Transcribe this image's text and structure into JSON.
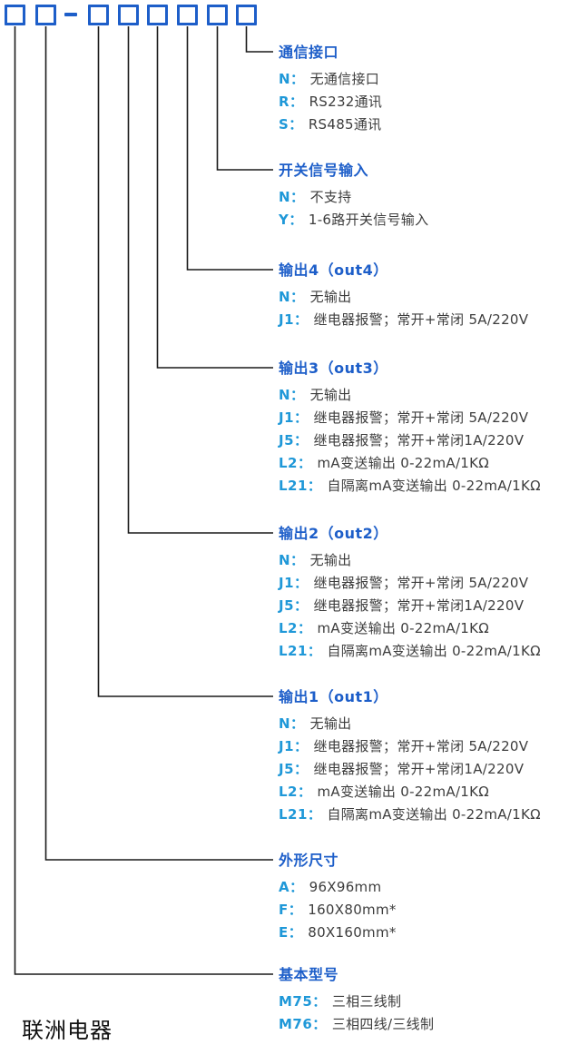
{
  "model_format": {
    "prefix_box_count": 2,
    "separator": "-",
    "suffix_box_count": 6
  },
  "sections": [
    {
      "title": "通信接口",
      "options": [
        {
          "code": "N：",
          "desc": "无通信接口"
        },
        {
          "code": "R：",
          "desc": "RS232通讯"
        },
        {
          "code": "S：",
          "desc": "RS485通讯"
        }
      ]
    },
    {
      "title": "开关信号输入",
      "options": [
        {
          "code": "N：",
          "desc": "不支持"
        },
        {
          "code": "Y：",
          "desc": "1-6路开关信号输入"
        }
      ]
    },
    {
      "title": "输出4（out4）",
      "options": [
        {
          "code": "N：",
          "desc": "无输出"
        },
        {
          "code": "J1：",
          "desc": "继电器报警；常开+常闭 5A/220V"
        }
      ]
    },
    {
      "title": "输出3（out3）",
      "options": [
        {
          "code": "N：",
          "desc": "无输出"
        },
        {
          "code": "J1：",
          "desc": "继电器报警；常开+常闭 5A/220V"
        },
        {
          "code": "J5：",
          "desc": "继电器报警；常开+常闭1A/220V"
        },
        {
          "code": "L2：",
          "desc": "mA变送输出 0-22mA/1KΩ"
        },
        {
          "code": "L21：",
          "desc": "自隔离mA变送输出 0-22mA/1KΩ"
        }
      ]
    },
    {
      "title": "输出2（out2）",
      "options": [
        {
          "code": "N：",
          "desc": "无输出"
        },
        {
          "code": "J1：",
          "desc": "继电器报警；常开+常闭 5A/220V"
        },
        {
          "code": "J5：",
          "desc": "继电器报警；常开+常闭1A/220V"
        },
        {
          "code": "L2：",
          "desc": "mA变送输出 0-22mA/1KΩ"
        },
        {
          "code": "L21：",
          "desc": "自隔离mA变送输出 0-22mA/1KΩ"
        }
      ]
    },
    {
      "title": "输出1（out1）",
      "options": [
        {
          "code": "N：",
          "desc": "无输出"
        },
        {
          "code": "J1：",
          "desc": "继电器报警；常开+常闭 5A/220V"
        },
        {
          "code": "J5：",
          "desc": "继电器报警；常开+常闭1A/220V"
        },
        {
          "code": "L2：",
          "desc": "mA变送输出 0-22mA/1KΩ"
        },
        {
          "code": "L21：",
          "desc": "自隔离mA变送输出 0-22mA/1KΩ"
        }
      ]
    },
    {
      "title": "外形尺寸",
      "options": [
        {
          "code": "A：",
          "desc": "96X96mm"
        },
        {
          "code": "F：",
          "desc": "160X80mm*"
        },
        {
          "code": "E：",
          "desc": "80X160mm*"
        }
      ]
    },
    {
      "title": "基本型号",
      "options": [
        {
          "code": "M75：",
          "desc": "三相三线制"
        },
        {
          "code": "M76：",
          "desc": "三相四线/三线制"
        }
      ]
    }
  ],
  "footer": {
    "brand": "联洲电器"
  },
  "colors": {
    "box_border_blue": "#1d5ec9",
    "header_blue": "#1d5ec9",
    "code_blue": "#1f98d8",
    "desc_gray": "#3d3d3d",
    "line_black": "#1a1a1a"
  }
}
